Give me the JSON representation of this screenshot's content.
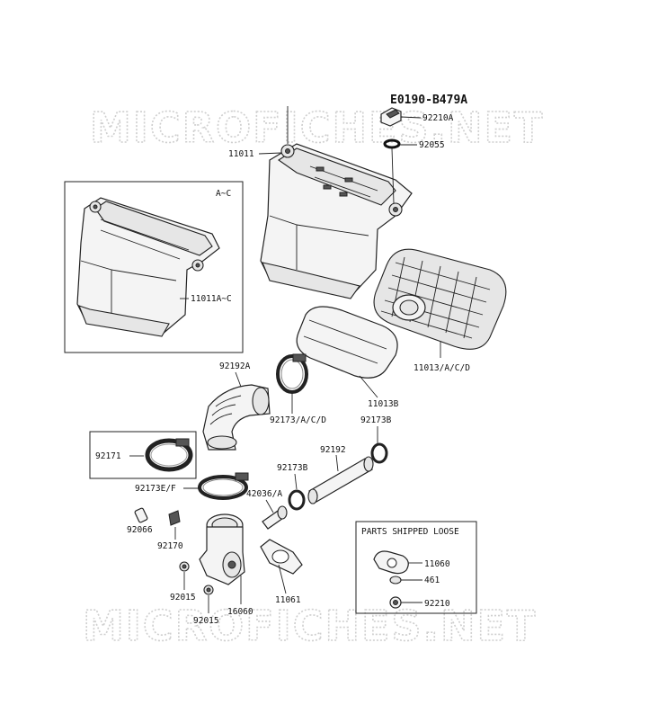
{
  "diagram_code": "E0190-B479A",
  "watermark": "MICROFICHES.NET",
  "inset_left": {
    "label": "A~C"
  },
  "inset_loose": {
    "title": "PARTS SHIPPED LOOSE"
  },
  "parts": {
    "p92210A": "92210A",
    "p92055": "92055",
    "p11011": "11011",
    "p11011AC": "11011A~C",
    "p11013ACD": "11013/A/C/D",
    "p11013B": "11013B",
    "p92192A": "92192A",
    "p92173ACD": "92173/A/C/D",
    "p92173B_r": "92173B",
    "p92192": "92192",
    "p92173B_m": "92173B",
    "p92171": "92171",
    "p92173EF": "92173E/F",
    "p42036A": "42036/A",
    "p92066": "92066",
    "p92170": "92170",
    "p92015_a": "92015",
    "p92015_b": "92015",
    "p16060": "16060",
    "p11061": "11061",
    "p11060": "11060",
    "p461": "461",
    "p92210": "92210"
  }
}
